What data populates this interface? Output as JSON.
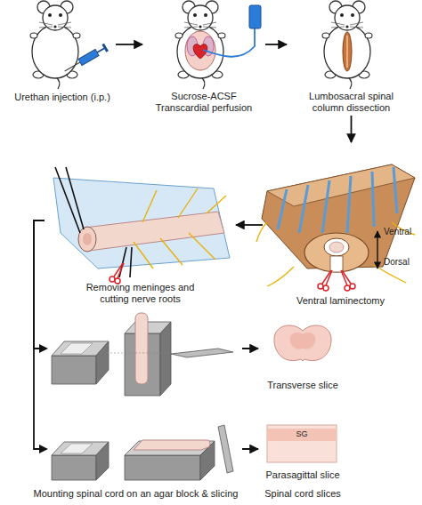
{
  "diagram": {
    "nodes": [
      {
        "text": [
          "Urethan injection (i.p.)"
        ]
      },
      {
        "text": [
          "Sucrose-ACSF Transcardial perfusion"
        ]
      },
      {
        "text": [
          "Lumbosacral spinal column dissection"
        ]
      },
      {
        "text": [
          "Ventral laminectomy"
        ]
      },
      {
        "text": [
          "Removing meninges and cutting nerve roots"
        ]
      },
      {
        "text": [
          "Transverse slice"
        ]
      },
      {
        "text": [
          "Parasagittal slice"
        ]
      }
    ],
    "edges": [
      {
        "from": 0,
        "to": 1,
        "arrow": "to"
      },
      {
        "from": 1,
        "to": 2,
        "arrow": "to"
      },
      {
        "from": 2,
        "to": 3,
        "arrow": "to"
      },
      {
        "from": 3,
        "to": 4,
        "arrow": "to"
      },
      {
        "from": 4,
        "to": 5,
        "arrow": "to"
      },
      {
        "from": 4,
        "to": 6,
        "arrow": "to"
      }
    ],
    "labels": [
      "Ventral",
      "Dorsal",
      "SG",
      "Mounting spinal cord on an agar block & slicing",
      "Spinal cord slices"
    ]
  }
}
